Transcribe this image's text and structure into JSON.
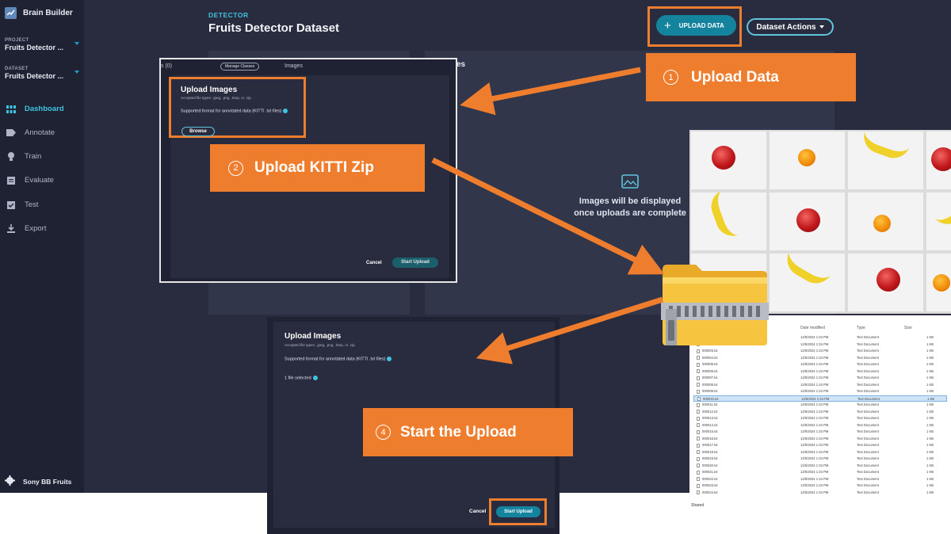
{
  "app": {
    "brand": "Brain Builder",
    "project_label": "PROJECT",
    "project_value": "Fruits Detector ...",
    "dataset_label": "DATASET",
    "dataset_value": "Fruits Detector ...",
    "nav": [
      {
        "label": "Dashboard",
        "icon": "dashboard-icon",
        "active": true
      },
      {
        "label": "Annotate",
        "icon": "tag-icon",
        "active": false
      },
      {
        "label": "Train",
        "icon": "bulb-icon",
        "active": false
      },
      {
        "label": "Evaluate",
        "icon": "clipboard-icon",
        "active": false
      },
      {
        "label": "Test",
        "icon": "check-box-icon",
        "active": false
      },
      {
        "label": "Export",
        "icon": "download-icon",
        "active": false
      }
    ],
    "account": "Sony BB Fruits"
  },
  "header": {
    "kicker": "DETECTOR",
    "title": "Fruits Detector Dataset",
    "upload_button": "UPLOAD DATA",
    "dataset_actions": "Dataset Actions"
  },
  "placeholder": {
    "line1": "Images will be displayed",
    "line2": "once uploads are complete"
  },
  "dialog1": {
    "tab_count": "s (0)",
    "manage_classes": "Manage Classes",
    "images_tab": "Images",
    "panel_heading_fragment": "es",
    "title": "Upload Images",
    "accepted": "Accepted file types: .jpeg, .png, .bmp, or .zip.",
    "supported": "Supported format for annotated data (KITTI .txt files)",
    "browse": "Browse",
    "cancel": "Cancel",
    "start": "Start Upload"
  },
  "dialog2": {
    "title": "Upload Images",
    "accepted": "Accepted file types: .jpeg, .png, .bmp, or .zip.",
    "supported": "Supported format for annotated data (KITTI .txt files)",
    "selected": "1 file selected",
    "cancel": "Cancel",
    "start": "Start Upload"
  },
  "steps": {
    "s1_num": "1",
    "s1_label": "Upload Data",
    "s2_num": "2",
    "s2_label": "Upload KITTI Zip",
    "s4_num": "4",
    "s4_label": "Start the Upload"
  },
  "files": {
    "columns": [
      "Date modified",
      "Type",
      "Size"
    ],
    "rows": [
      {
        "name": "",
        "date": "12/5/2024 1:34 PM",
        "type": "Text Document",
        "size": "1 KB"
      },
      {
        "name": "",
        "date": "12/5/2024 1:34 PM",
        "type": "Text Document",
        "size": "1 KB"
      },
      {
        "name": "000003.txt",
        "date": "12/5/2024 1:34 PM",
        "type": "Text Document",
        "size": "1 KB"
      },
      {
        "name": "000004.txt",
        "date": "12/5/2024 1:34 PM",
        "type": "Text Document",
        "size": "1 KB"
      },
      {
        "name": "000005.txt",
        "date": "12/5/2024 1:34 PM",
        "type": "Text Document",
        "size": "1 KB"
      },
      {
        "name": "000006.txt",
        "date": "12/5/2024 1:34 PM",
        "type": "Text Document",
        "size": "1 KB"
      },
      {
        "name": "000007.txt",
        "date": "12/5/2024 1:34 PM",
        "type": "Text Document",
        "size": "1 KB"
      },
      {
        "name": "000008.txt",
        "date": "12/5/2024 1:34 PM",
        "type": "Text Document",
        "size": "1 KB"
      },
      {
        "name": "000009.txt",
        "date": "12/5/2024 1:34 PM",
        "type": "Text Document",
        "size": "1 KB"
      },
      {
        "name": "000010.txt",
        "date": "12/5/2024 1:34 PM",
        "type": "Text Document",
        "size": "1 KB"
      },
      {
        "name": "000011.txt",
        "date": "12/5/2024 1:34 PM",
        "type": "Text Document",
        "size": "1 KB"
      },
      {
        "name": "000012.txt",
        "date": "12/5/2024 1:34 PM",
        "type": "Text Document",
        "size": "1 KB"
      },
      {
        "name": "000013.txt",
        "date": "12/5/2024 1:34 PM",
        "type": "Text Document",
        "size": "1 KB"
      },
      {
        "name": "000014.txt",
        "date": "12/5/2024 1:34 PM",
        "type": "Text Document",
        "size": "1 KB"
      },
      {
        "name": "000015.txt",
        "date": "12/5/2024 1:34 PM",
        "type": "Text Document",
        "size": "1 KB"
      },
      {
        "name": "000016.txt",
        "date": "12/5/2024 1:34 PM",
        "type": "Text Document",
        "size": "1 KB"
      },
      {
        "name": "000017.txt",
        "date": "12/5/2024 1:34 PM",
        "type": "Text Document",
        "size": "1 KB"
      },
      {
        "name": "000018.txt",
        "date": "12/5/2024 1:34 PM",
        "type": "Text Document",
        "size": "1 KB"
      },
      {
        "name": "000019.txt",
        "date": "12/5/2024 1:34 PM",
        "type": "Text Document",
        "size": "1 KB"
      },
      {
        "name": "000020.txt",
        "date": "12/5/2024 1:34 PM",
        "type": "Text Document",
        "size": "1 KB"
      },
      {
        "name": "000021.txt",
        "date": "12/5/2024 1:34 PM",
        "type": "Text Document",
        "size": "1 KB"
      },
      {
        "name": "000022.txt",
        "date": "12/5/2024 1:34 PM",
        "type": "Text Document",
        "size": "1 KB"
      },
      {
        "name": "000023.txt",
        "date": "12/5/2024 1:34 PM",
        "type": "Text Document",
        "size": "1 KB"
      },
      {
        "name": "000024.txt",
        "date": "12/5/2024 1:34 PM",
        "type": "Text Document",
        "size": "1 KB"
      }
    ],
    "selected_index": 9,
    "shared": "Shared"
  },
  "colors": {
    "accent": "#14849e",
    "callout": "#ef7d2e",
    "bg": "#282c3e",
    "sidebar": "#1f2232"
  }
}
